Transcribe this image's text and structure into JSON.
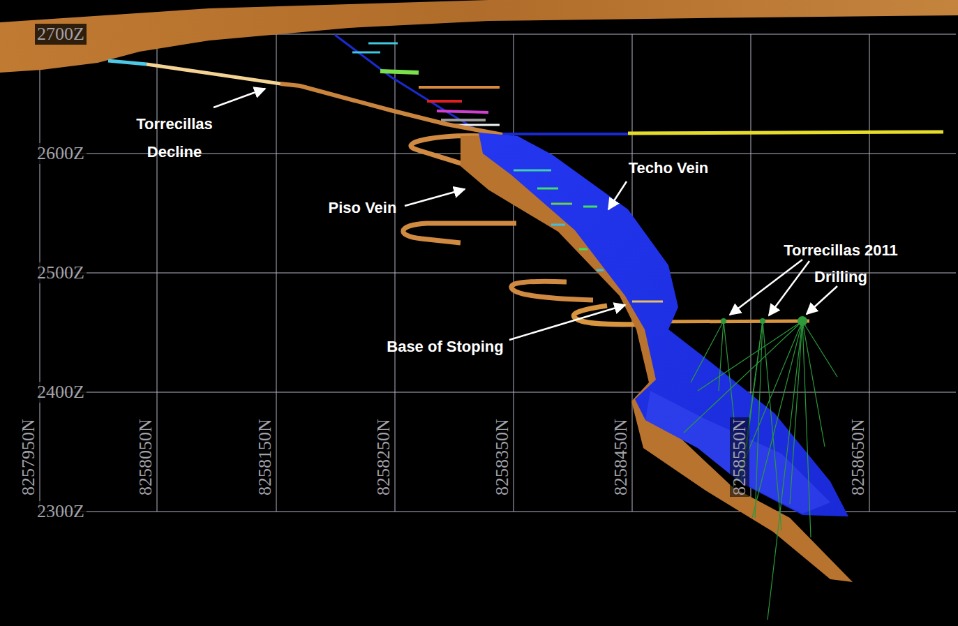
{
  "diagram": {
    "labels": [
      "2700Z",
      "2600Z",
      "2500Z",
      "2400Z",
      "2300Z",
      "8257950N",
      "8258050N",
      "8258150N",
      "8258250N",
      "8258350N",
      "8258450N",
      "8258550N",
      "8258650N",
      "Torrecillas Decline",
      "Piso Vein",
      "Techo Vein",
      "Base of Stoping",
      "Torrecillas 2011 Drilling"
    ]
  }
}
